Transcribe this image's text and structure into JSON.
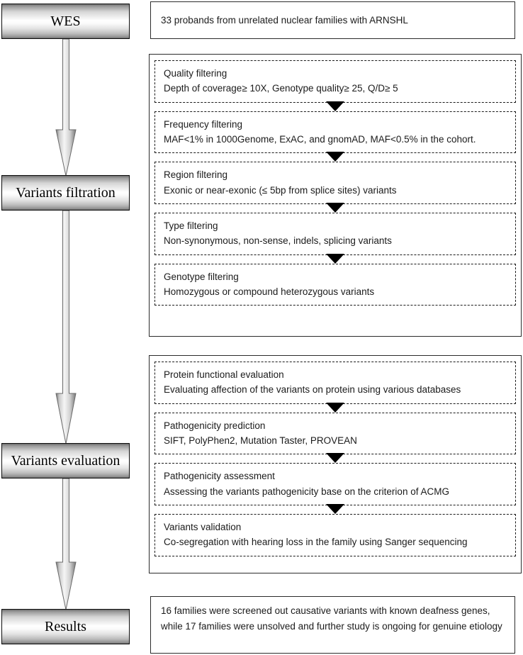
{
  "figure": {
    "type": "flowchart",
    "orientation": "vertical",
    "columns": 2
  },
  "stages": [
    {
      "id": "wes",
      "label": "WES"
    },
    {
      "id": "filtration",
      "label": "Variants filtration"
    },
    {
      "id": "evaluation",
      "label": "Variants evaluation"
    },
    {
      "id": "results",
      "label": "Results"
    }
  ],
  "cohort_panel": {
    "text": "33 probands from unrelated nuclear families with ARNSHL"
  },
  "filtering_group": {
    "steps": [
      {
        "title": "Quality filtering",
        "desc": "Depth of coverage≥ 10X, Genotype quality≥ 25, Q/D≥ 5"
      },
      {
        "title": "Frequency filtering",
        "desc": "MAF<1% in 1000Genome, ExAC, and gnomAD, MAF<0.5% in the cohort."
      },
      {
        "title": "Region filtering",
        "desc": "Exonic or near-exonic (≤ 5bp from splice sites) variants"
      },
      {
        "title": "Type filtering",
        "desc": "Non-synonymous, non-sense, indels, splicing variants"
      },
      {
        "title": "Genotype filtering",
        "desc": "Homozygous or compound heterozygous variants"
      }
    ]
  },
  "evaluation_group": {
    "steps": [
      {
        "title": "Protein functional evaluation",
        "desc": "Evaluating affection of the variants on protein using various databases"
      },
      {
        "title": "Pathogenicity prediction",
        "desc": "SIFT, PolyPhen2, Mutation Taster, PROVEAN"
      },
      {
        "title": "Pathogenicity assessment",
        "desc": "Assessing the variants pathogenicity base on the criterion of ACMG"
      },
      {
        "title": "Variants validation",
        "desc": "Co-segregation with hearing loss in the family using Sanger sequencing"
      }
    ]
  },
  "results_panel": {
    "text": "16 families were screened out causative variants with known deafness genes, while 17 families were unsolved and further study is ongoing for genuine etiology"
  },
  "colors": {
    "stage_border": "#0d0d0d",
    "stage_fill_light": "#ffffff",
    "stage_fill_dark": "#6e6e6e",
    "panel_border": "#2b2b2b",
    "step_border": "#1a1a1a",
    "arrow_fill_light": "#f2f2f2",
    "arrow_fill_dark": "#808080",
    "text": "#1b1b1b"
  },
  "connector_count": {
    "filtering_triangles": 4,
    "evaluation_triangles": 3,
    "block_arrows": 3
  }
}
